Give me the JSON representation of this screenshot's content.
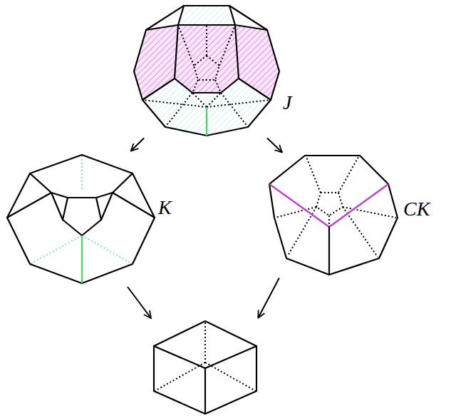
{
  "diagram": {
    "nodes": [
      {
        "text": [
          "J"
        ]
      },
      {
        "text": [
          "K"
        ]
      },
      {
        "text": [
          "CK"
        ]
      },
      {
        "text": []
      }
    ],
    "edges": [
      {
        "from": 0,
        "to": 1,
        "arrow": "to"
      },
      {
        "from": 0,
        "to": 2,
        "arrow": "to"
      },
      {
        "from": 1,
        "to": 3,
        "arrow": "to"
      },
      {
        "from": 2,
        "to": 3,
        "arrow": "to"
      }
    ]
  }
}
